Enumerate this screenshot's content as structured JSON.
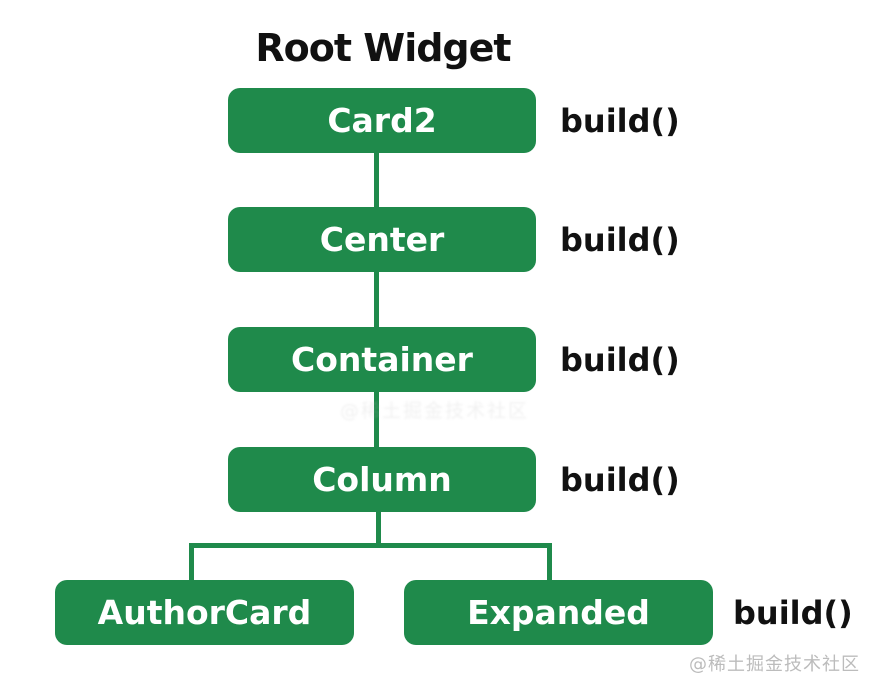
{
  "title": "Root Widget",
  "diagram": {
    "type": "widget-tree",
    "accent_color": "#1f8a4b",
    "node_text_color": "#ffffff",
    "annotation_text_color": "#111111",
    "nodes": [
      {
        "label": "Card2",
        "annotation": "build()",
        "parent": null
      },
      {
        "label": "Center",
        "annotation": "build()",
        "parent": "Card2"
      },
      {
        "label": "Container",
        "annotation": "build()",
        "parent": "Center"
      },
      {
        "label": "Column",
        "annotation": "build()",
        "parent": "Container"
      },
      {
        "label": "AuthorCard",
        "annotation": "",
        "parent": "Column"
      },
      {
        "label": "Expanded",
        "annotation": "build()",
        "parent": "Column"
      }
    ]
  },
  "watermark": {
    "text": "@稀土掘金技术社区",
    "color": "#bcbcbc"
  }
}
